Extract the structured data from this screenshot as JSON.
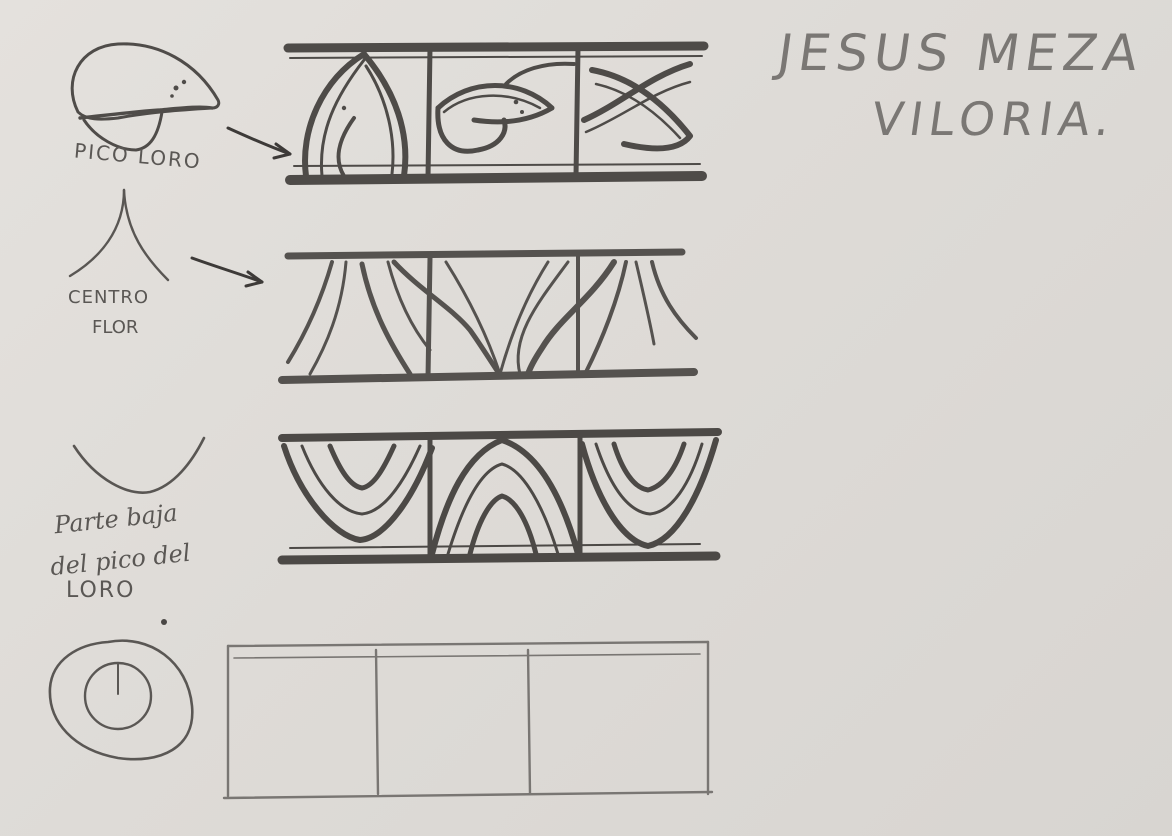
{
  "author": {
    "name": "JESUS MEZA",
    "surname": "VILORIA."
  },
  "labels": {
    "pico_loro": "PICO LORO",
    "centro_flor_line1": "CENTRO",
    "centro_flor_line2": "FLOR",
    "parte_baja_line1": "Parte baja",
    "parte_baja_line2": "del pico del",
    "parte_baja_line3": "LORO"
  },
  "colors": {
    "paper": "#e2dfdb",
    "pencil_dark": "#4e4b48",
    "pencil_mid": "#6d6a67",
    "pencil_light": "#8a8784"
  }
}
